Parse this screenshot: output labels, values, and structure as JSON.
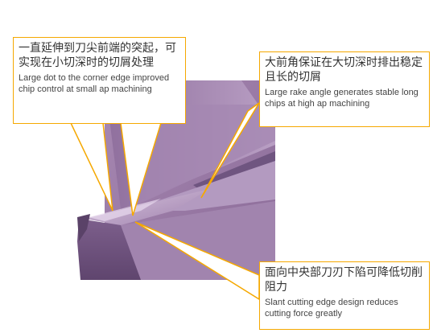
{
  "callouts": [
    {
      "cn": "一直延伸到刀尖前端的突起，可实现在小切深时的切屑处理",
      "en": "Large dot to the corner edge improved chip control at small ap machining"
    },
    {
      "cn": "大前角保证在大切深时排出稳定且长的切屑",
      "en": "Large rake angle generates stable long chips at high ap machining"
    },
    {
      "cn": "面向中央部刀刃下陷可降低切削阻力",
      "en": "Slant cutting edge design reduces cutting force greatly"
    }
  ],
  "colors": {
    "accent": "#f5a800",
    "insert_base": "#9a7aa6",
    "insert_dark": "#6f5580",
    "insert_light": "#c2aacb"
  },
  "icons": [
    "cutting-insert-illustration"
  ]
}
